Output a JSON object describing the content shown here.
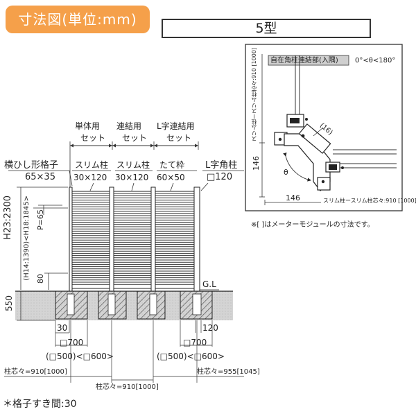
{
  "header": {
    "badge": "寸法図(単位:mm)",
    "model": "5型"
  },
  "inset": {
    "title": "自在角柱連結部(入隅)",
    "angle_range": "0°<θ<180°",
    "vertical_label": "スリム柱ースリム柱芯々:910 [1000]",
    "horizontal_label": "スリム柱ースリム柱芯々:910 [1000]",
    "dim_146_v": "146",
    "dim_146_h": "146",
    "angle_symbol": "θ",
    "dim_16": "(16)",
    "note": "※[ ]はメーターモジュールの寸法です。"
  },
  "front": {
    "set_single": [
      "単体用",
      "セット"
    ],
    "set_linked": [
      "連結用",
      "セット"
    ],
    "set_l": [
      "L字連結用",
      "セット"
    ],
    "lattice_label": "横ひし形格子",
    "lattice_size": "65×35",
    "slim_post_1": "スリム柱",
    "slim_post_1_size": "30×120",
    "slim_post_2": "スリム柱",
    "slim_post_2_size": "30×120",
    "vertical_frame": "たて枠",
    "vertical_frame_size": "60×50",
    "l_post": "L字角柱",
    "l_post_size": "□120",
    "height_label": "H23:2300",
    "height_sub": "(H14:1390)<H18:1845>",
    "pitch": "P=65",
    "dim_80": "80",
    "gl": "G.L",
    "dim_550": "550",
    "dim_30": "30",
    "dim_120": "120",
    "footing_left": "□700",
    "footing_left_range": "(□500)<□600>",
    "footing_right": "□700",
    "footing_right_range": "(□500)<□600>",
    "pitch_left": "柱芯々=910[1000]",
    "pitch_center": "柱芯々=910[1000]",
    "pitch_right": "柱芯々=955[1045]"
  },
  "footer": {
    "gap_note": "＊格子すき間:30"
  }
}
